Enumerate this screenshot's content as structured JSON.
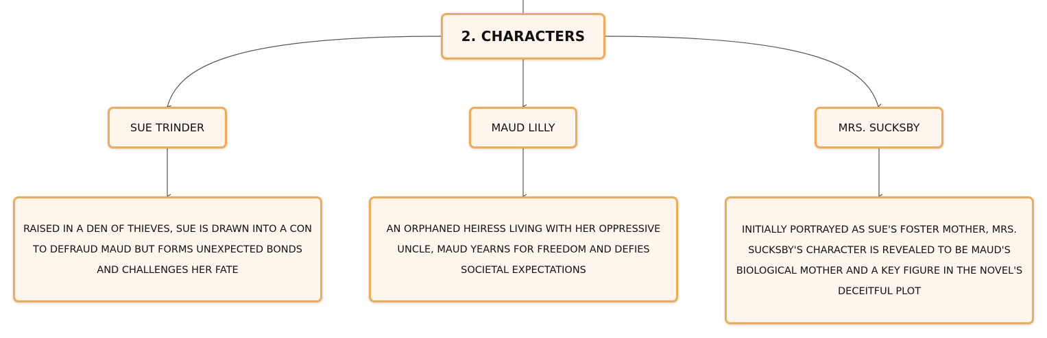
{
  "diagram": {
    "root": {
      "label": "2. CHARACTERS"
    },
    "characters": [
      {
        "name": "SUE TRINDER",
        "description": "RAISED IN A DEN OF THIEVES, SUE IS DRAWN INTO A CON TO DEFRAUD MAUD BUT FORMS UNEXPECTED BONDS AND CHALLENGES HER FATE"
      },
      {
        "name": "MAUD LILLY",
        "description": "AN ORPHANED HEIRESS LIVING WITH HER OPPRESSIVE UNCLE, MAUD YEARNS FOR FREEDOM AND DEFIES SOCIETAL EXPECTATIONS"
      },
      {
        "name": "MRS. SUCKSBY",
        "description": "INITIALLY PORTRAYED AS SUE'S FOSTER MOTHER, MRS. SUCKSBY'S CHARACTER IS REVEALED TO BE MAUD'S BIOLOGICAL MOTHER AND A KEY FIGURE IN THE NOVEL'S DECEITFUL PLOT"
      }
    ]
  },
  "colors": {
    "node_border": "#f0ac55",
    "node_fill": "#fef5ec",
    "connector": "#555555"
  }
}
